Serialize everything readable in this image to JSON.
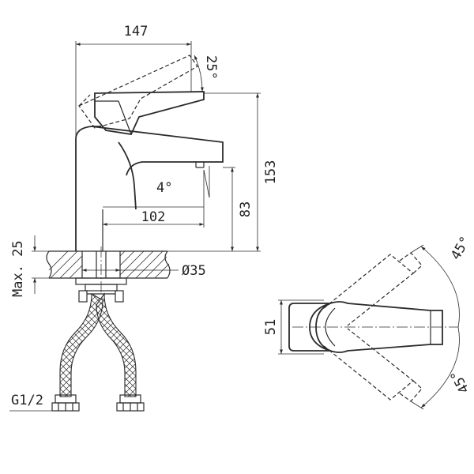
{
  "dimensions": {
    "overall_width": "147",
    "lever_angle": "25°",
    "overall_height": "153",
    "spout_angle": "4°",
    "spout_height": "83",
    "spout_reach": "102",
    "max_counter_thickness": "Max. 25",
    "mounting_hole": "Ø35",
    "connection_thread": "G1/2",
    "body_width": "51",
    "rotation_angle_upper": "45°",
    "rotation_angle_lower": "45°"
  },
  "colors": {
    "line": "#2b2b2b",
    "text": "#222222",
    "background": "#ffffff"
  }
}
